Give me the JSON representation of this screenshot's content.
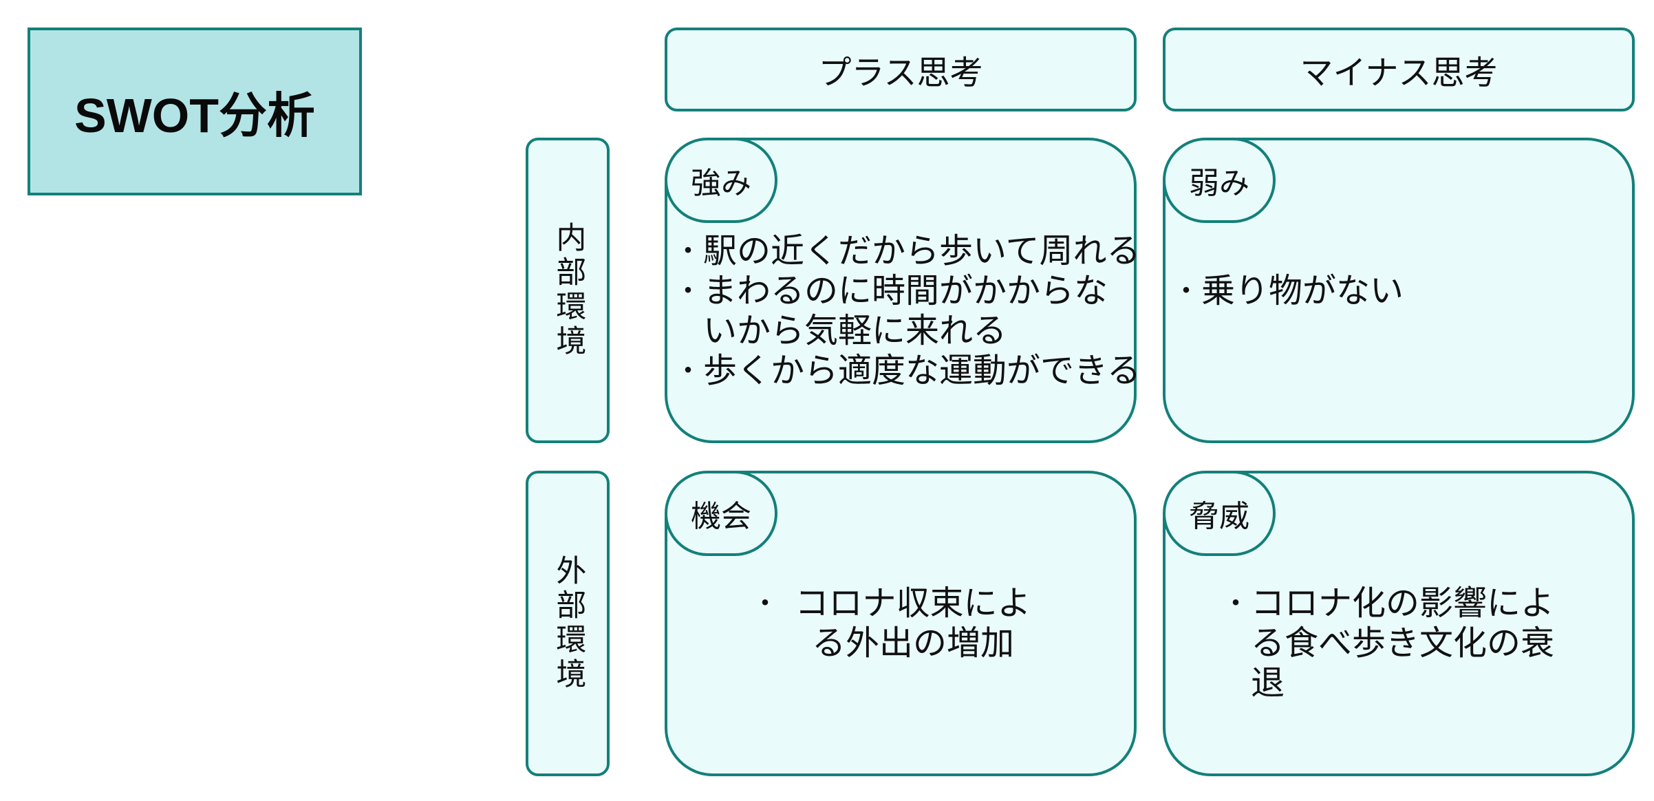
{
  "title": "SWOT分析",
  "columns": [
    "プラス思考",
    "マイナス思考"
  ],
  "rows": [
    "内部環境",
    "外部環境"
  ],
  "quadrants": {
    "strengths": {
      "label": "強み",
      "items": [
        "駅の近くだから歩いて周れる",
        "まわるのに時間がかからないから気軽に来れる",
        "歩くから適度な運動ができる"
      ]
    },
    "weaknesses": {
      "label": "弱み",
      "items": [
        "乗り物がない"
      ]
    },
    "opportunities": {
      "label": "機会",
      "items": [
        "コロナ収束による外出の増加"
      ]
    },
    "threats": {
      "label": "脅威",
      "items": [
        "コロナ化の影響による食べ歩き文化の衰退"
      ]
    }
  },
  "colors": {
    "border": "#13807a",
    "title_fill": "#b2e4e6",
    "box_fill": "#eafbfc"
  }
}
